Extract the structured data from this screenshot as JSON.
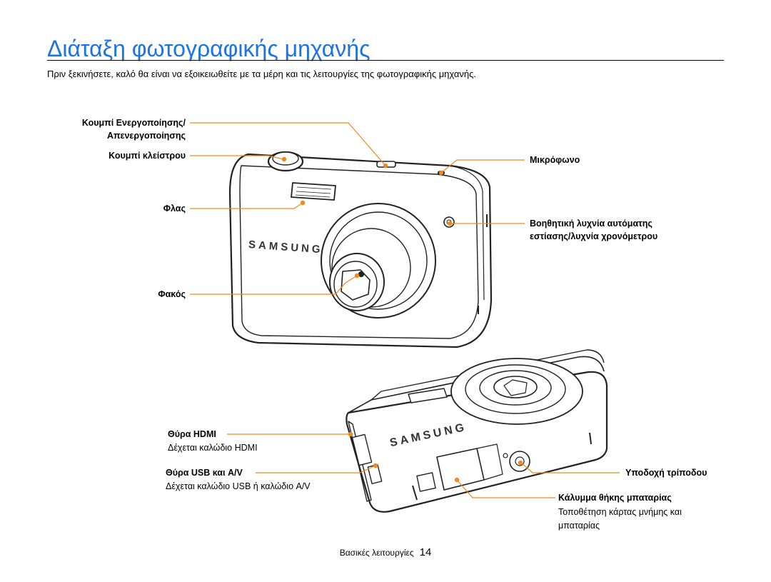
{
  "page": {
    "title": "Διάταξη φωτογραφικής μηχανής",
    "intro": "Πριν ξεκινήσετε, καλό θα είναι να εξοικειωθείτε με τα μέρη και τις λειτουργίες της φωτογραφικής μηχανής."
  },
  "front_labels": {
    "power_button_line1": "Κουμπί Ενεργοποίησης/",
    "power_button_line2": "Απενεργοποίησης",
    "shutter_button": "Κουμπί κλείστρου",
    "flash": "Φλας",
    "lens": "Φακός",
    "microphone": "Μικρόφωνο",
    "af_lamp_line1": "Βοηθητική λυχνία αυτόματης",
    "af_lamp_line2": "εστίασης/λυχνία χρονόμετρου"
  },
  "bottom_labels": {
    "hdmi_port": "Θύρα HDMI",
    "hdmi_desc": "Δέχεται καλώδιο HDMI",
    "usb_av_port": "Θύρα USB και A/V",
    "usb_av_desc": "Δέχεται καλώδιο USB ή καλώδιο A/V",
    "tripod_mount": "Υποδοχή τρίποδου",
    "battery_cover": "Κάλυμμα θήκης μπαταρίας",
    "battery_desc_line1": "Τοποθέτηση κάρτας μνήμης και",
    "battery_desc_line2": "μπαταρίας"
  },
  "brand": {
    "front_logo": "SAMSUNG",
    "bottom_logo": "SAMSUNG"
  },
  "footer": {
    "section": "Βασικές λειτουργίες",
    "page_number": "14"
  },
  "colors": {
    "title": "#1a73e8",
    "callout": "#f08a1c"
  }
}
